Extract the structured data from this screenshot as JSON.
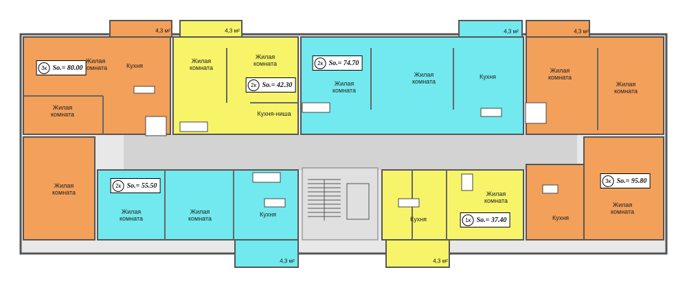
{
  "colors": {
    "orange": "#F3A05A",
    "yellow": "#F7F46A",
    "cyan": "#72E9EE",
    "corridor": "#D3D3D3",
    "wall": "#555555"
  },
  "rooms": {
    "living": "Жилая\nкомната",
    "kitchen": "Кухня",
    "kitchen_niche": "Кухня-ниша"
  },
  "balcony_area": "4,3 м²",
  "apartments": [
    {
      "id": "apt-3k-80",
      "rooms": "3к",
      "area": "So.= 80.00",
      "color": "orange"
    },
    {
      "id": "apt-2k-42",
      "rooms": "2к",
      "area": "So.= 42.30",
      "color": "yellow"
    },
    {
      "id": "apt-2k-74",
      "rooms": "2к",
      "area": "So.= 74.70",
      "color": "cyan"
    },
    {
      "id": "apt-3k-95",
      "rooms": "3к",
      "area": "So.= 95.80",
      "color": "orange"
    },
    {
      "id": "apt-2k-55",
      "rooms": "2к",
      "area": "So.= 55.50",
      "color": "cyan"
    },
    {
      "id": "apt-1k-37",
      "rooms": "1к",
      "area": "So.= 37.40",
      "color": "yellow"
    }
  ]
}
